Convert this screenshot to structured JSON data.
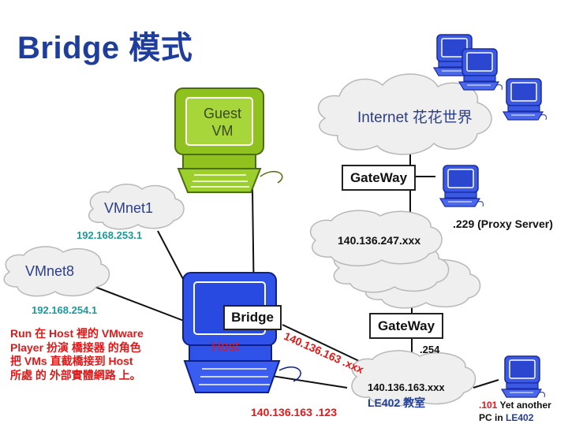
{
  "title": "Bridge 模式",
  "nodes": {
    "guest_vm": "Guest\nVM",
    "host": "Host",
    "bridge": "Bridge",
    "gateway_top": "GateWay",
    "gateway_bottom": "GateWay"
  },
  "clouds": {
    "internet": "Internet 花花世界",
    "vmnet1": "VMnet1",
    "vmnet8": "VMnet8",
    "net_247": "140.136.247.xxx",
    "net_163_line1": "140.136.163.xxx",
    "net_163_line2_room": "LE402",
    "net_163_line2_suffix": " 教室"
  },
  "labels": {
    "vmnet1_ip": "192.168.253.1",
    "vmnet8_ip": "192.168.254.1",
    "proxy": ".229 (Proxy Server)",
    "gateway_254": ".254",
    "bridge_net": "140.136.163 .xxx",
    "host_ip": "140.136.163 .123",
    "another_pc_ip": ".101",
    "another_pc_text1": " Yet another",
    "another_pc_text2": "PC in ",
    "another_pc_room": "LE402"
  },
  "note_lines": [
    "Run 在 Host 裡的 VMware",
    "Player  扮演 橋接器 的角色",
    "把 VMs 直截橋接到 Host",
    "所處 的 外部實體網路 上。"
  ],
  "colors": {
    "title": "#1f3e9c",
    "guest_vm": "#8fc21f",
    "host": "#2f52e8",
    "pc": "#3a5ae6",
    "teal_label": "#1a9a9a",
    "red_text": "#e21818",
    "cloud_fill": "#efefef"
  }
}
